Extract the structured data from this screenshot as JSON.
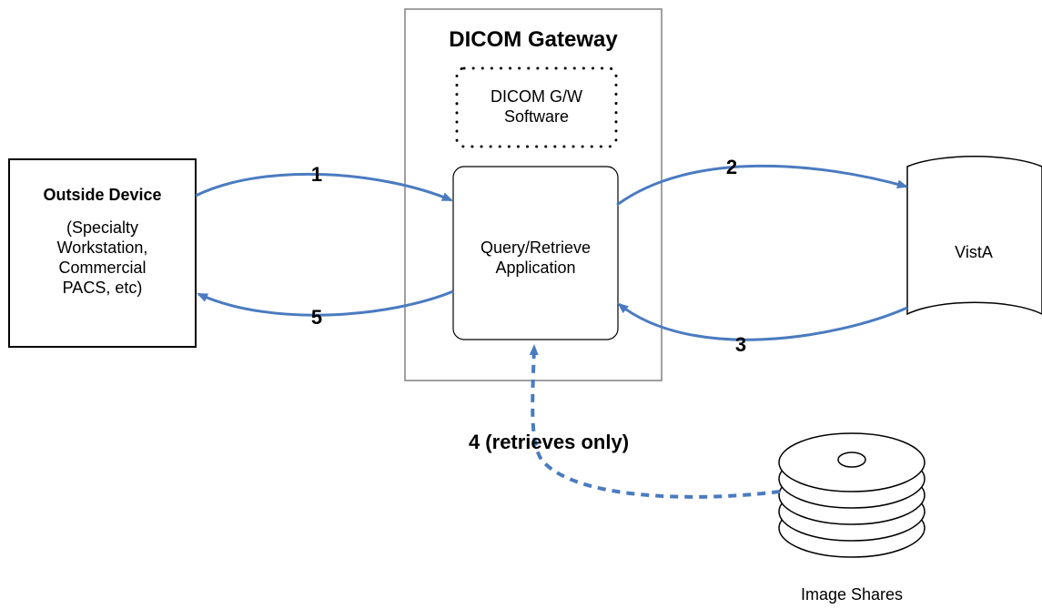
{
  "gateway": {
    "title": "DICOM Gateway"
  },
  "software": {
    "line1": "DICOM G/W",
    "line2": "Software"
  },
  "application": {
    "line1": "Query/Retrieve",
    "line2": "Application"
  },
  "outside_device": {
    "title": "Outside Device",
    "lines": [
      "(Specialty",
      "Workstation,",
      "Commercial",
      "PACS, etc)"
    ]
  },
  "vista": {
    "label": "VistA"
  },
  "image_shares": {
    "label": "Image Shares"
  },
  "steps": {
    "s1": "1",
    "s2": "2",
    "s3": "3",
    "s4": "4 (retrieves only)",
    "s5": "5"
  },
  "colors": {
    "arrow": "#4a7bc0",
    "box_border": "#808080",
    "outline": "#000000"
  }
}
